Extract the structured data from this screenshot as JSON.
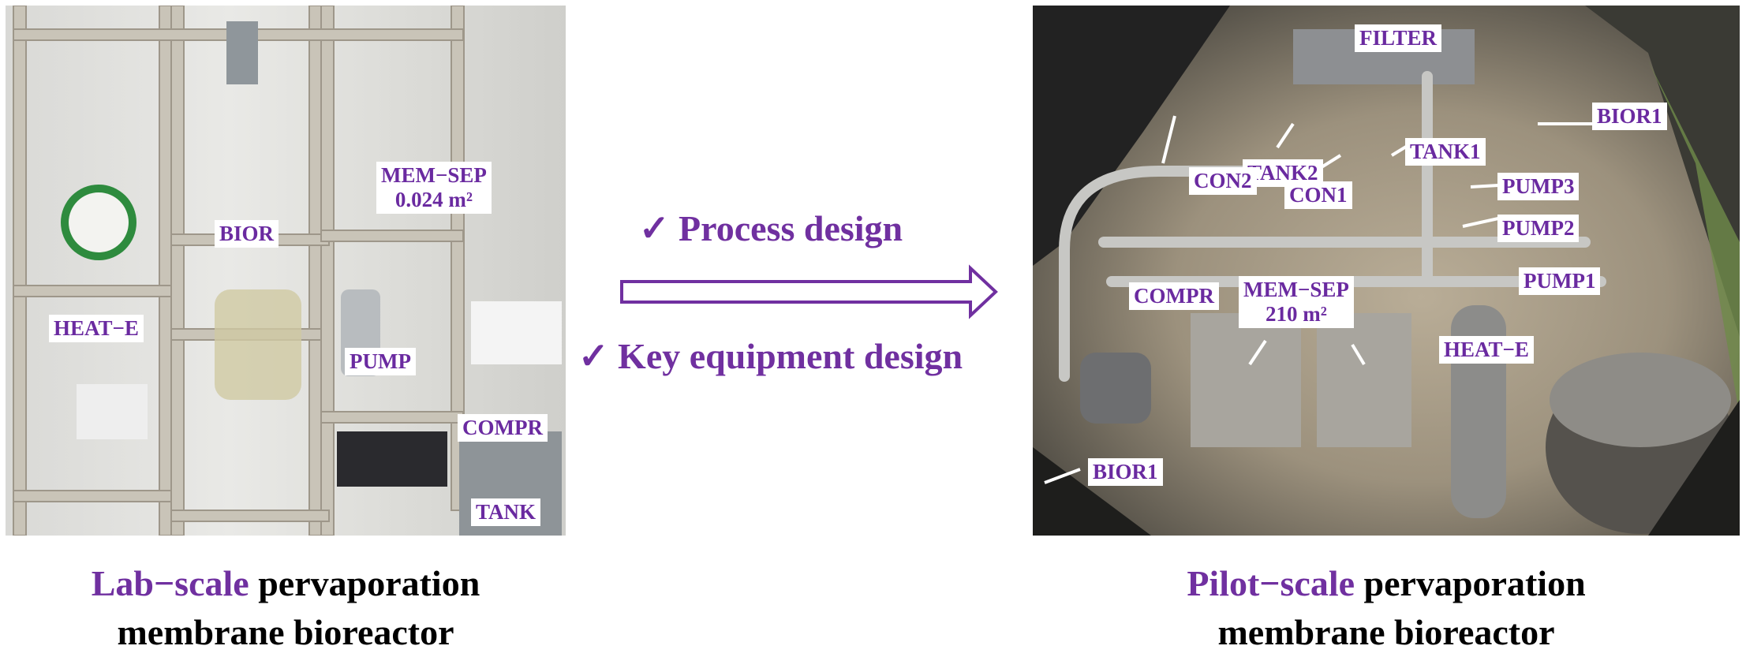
{
  "lab": {
    "labels": {
      "heat_e": "HEAT−E",
      "bior": "BIOR",
      "mem_sep": "MEM−SEP",
      "mem_area": "0.024 m²",
      "pump": "PUMP",
      "compr": "COMPR",
      "tank": "TANK"
    },
    "caption": {
      "highlight": "Lab−scale",
      "rest": " pervaporation",
      "line2": "membrane bioreactor"
    }
  },
  "middle": {
    "item1": "✓ Process design",
    "item2": "✓ Key equipment design"
  },
  "pilot": {
    "labels": {
      "filter": "FILTER",
      "tank2": "TANK2",
      "tank1": "TANK1",
      "bior1_top": "BIOR1",
      "con2": "CON2",
      "con1": "CON1",
      "pump3": "PUMP3",
      "pump2": "PUMP2",
      "pump1": "PUMP1",
      "compr": "COMPR",
      "mem_sep": "MEM−SEP",
      "mem_area": "210 m²",
      "heat_e": "HEAT−E",
      "bior1_bottom": "BIOR1"
    },
    "caption": {
      "highlight": "Pilot−scale",
      "rest": " pervaporation",
      "line2": "membrane bioreactor"
    }
  },
  "colors": {
    "accent": "#7030a0"
  }
}
